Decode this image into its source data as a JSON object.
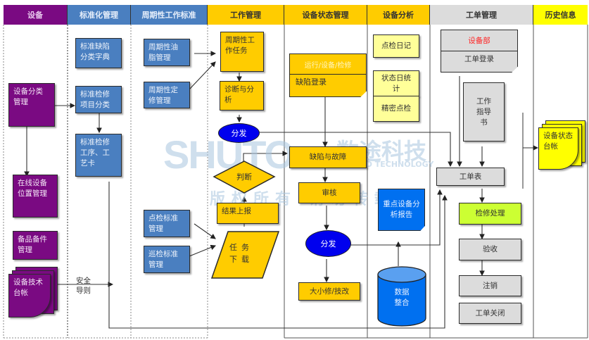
{
  "lanes": [
    {
      "label": "设备",
      "bg": "#7a0a82",
      "fg": "#e9c9ee"
    },
    {
      "label": "标准化管理",
      "bg": "#4a7fc0",
      "fg": "#e6eefa"
    },
    {
      "label": "周期性工作标准",
      "bg": "#4a7fc0",
      "fg": "#e6eefa"
    },
    {
      "label": "工作管理",
      "bg": "#ffcc00",
      "fg": "#333333"
    },
    {
      "label": "设备状态管理",
      "bg": "#ffcc00",
      "fg": "#333333"
    },
    {
      "label": "设备分析",
      "bg": "#ffcc00",
      "fg": "#333333"
    },
    {
      "label": "工单管理",
      "bg": "#dcdcdc",
      "fg": "#333333"
    },
    {
      "label": "历史信息",
      "bg": "#ffff00",
      "fg": "#333333"
    }
  ],
  "equipment": {
    "classification": "设备分类管理",
    "online_location": "在线设备位置管理",
    "spare_parts": "备品备件管理",
    "tech_ledger": "设备技术台帐"
  },
  "standardization": {
    "defect_dictionary": "标准缺陷分类字典",
    "repair_item_class": "标准检修项目分类",
    "repair_procedure": "标准检修工序、工艺卡",
    "safety_label": "安全导则"
  },
  "periodic_standard": {
    "lubrication": "周期性油脂管理",
    "fixed_repair": "周期性定修管理",
    "spot_check": "点检标准管理",
    "patrol_check": "巡检标准管理"
  },
  "work_mgmt": {
    "periodic_task": "周期性工作任务",
    "diagnosis": "诊断与分析",
    "dispatch": "分发",
    "judge": "判断",
    "result_report": "结果上报",
    "task_download": "任务下载"
  },
  "status_mgmt": {
    "note_header": "运行/设备/检修",
    "defect_entry": "缺陷登录",
    "defect_fault": "缺陷与故障",
    "review": "审核",
    "dispatch": "分发",
    "repair": "大小修/技改"
  },
  "analysis": {
    "spot_diary": "点检日记",
    "status_stats": "状态日统计",
    "precision_check": "精密点检",
    "key_report": "重点设备分析报告",
    "data_integration": "数据整合"
  },
  "work_order": {
    "dept": "设备部",
    "dept_color": "#ff2222",
    "wo_entry": "工单登录",
    "instruction": "工作指导书",
    "wo_table": "工单表",
    "repair_process": "检修处理",
    "acceptance": "验收",
    "cancel": "注销",
    "close": "工单关闭"
  },
  "history": {
    "status_ledger": "设备状态台帐"
  },
  "watermark": {
    "logo": "SHUTO",
    "cn_name": "数途科技",
    "en_name": "SHUTO TECHNOLOGY",
    "notice": "版权所有 请勿转载"
  }
}
